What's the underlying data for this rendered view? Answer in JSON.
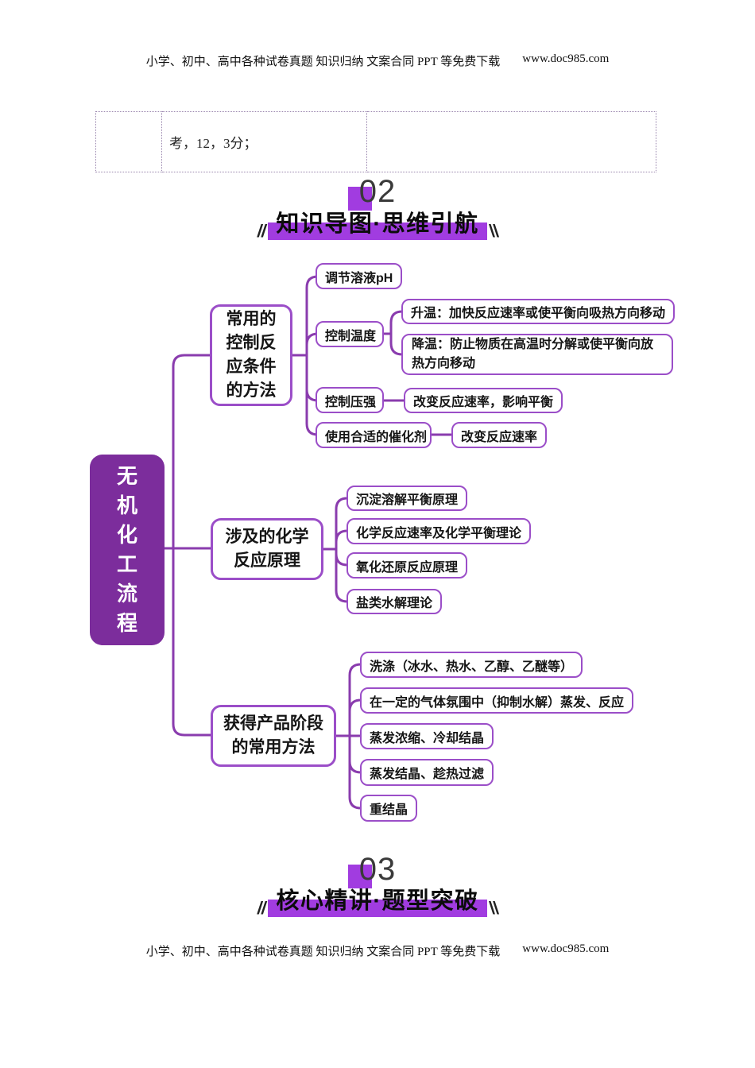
{
  "header": {
    "links": "小学、初中、高中各种试卷真题 知识归纳 文案合同 PPT 等免费下载",
    "url": "www.doc985.com"
  },
  "footer": {
    "links": "小学、初中、高中各种试卷真题 知识归纳 文案合同 PPT 等免费下载",
    "url": "www.doc985.com"
  },
  "table": {
    "col1": "",
    "col2": "考，12，3分；",
    "col3": ""
  },
  "section02": {
    "number": "02",
    "title": "知识导图·思维引航",
    "slash_left": "//",
    "slash_right": "\\\\"
  },
  "section03": {
    "number": "03",
    "title": "核心精讲·题型突破",
    "slash_left": "//",
    "slash_right": "\\\\"
  },
  "mindmap": {
    "root": "无机化工流程",
    "branches": [
      {
        "label": "常用的控制反应条件的方法",
        "children": [
          {
            "label": "调节溶液pH"
          },
          {
            "label": "控制温度",
            "children": [
              {
                "label": "升温：加快反应速率或使平衡向吸热方向移动"
              },
              {
                "label": "降温：防止物质在高温时分解或使平衡向放热方向移动"
              }
            ]
          },
          {
            "label": "控制压强",
            "children": [
              {
                "label": "改变反应速率，影响平衡"
              }
            ]
          },
          {
            "label": "使用合适的催化剂",
            "children": [
              {
                "label": "改变反应速率"
              }
            ]
          }
        ]
      },
      {
        "label": "涉及的化学反应原理",
        "children": [
          {
            "label": "沉淀溶解平衡原理"
          },
          {
            "label": "化学反应速率及化学平衡理论"
          },
          {
            "label": "氧化还原反应原理"
          },
          {
            "label": "盐类水解理论"
          }
        ]
      },
      {
        "label": "获得产品阶段的常用方法",
        "children": [
          {
            "label": "洗涤（冰水、热水、乙醇、乙醚等）"
          },
          {
            "label": "在一定的气体氛围中（抑制水解）蒸发、反应"
          },
          {
            "label": "蒸发浓缩、冷却结晶"
          },
          {
            "label": "蒸发结晶、趁热过滤"
          },
          {
            "label": "重结晶"
          }
        ]
      }
    ],
    "colors": {
      "accent_highlight": "#a13ce0",
      "root_fill": "#7c2d9c",
      "node_border": "#9b4ec8",
      "connector_line": "#8a3cae",
      "table_border": "#9a86ae"
    }
  }
}
